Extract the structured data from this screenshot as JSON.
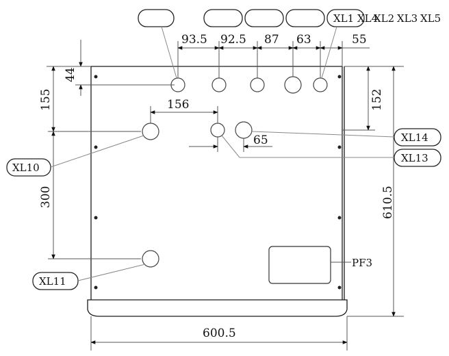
{
  "labels": {
    "xl1": "XL1",
    "xl2": "XL2",
    "xl3": "XL3",
    "xl4": "XL4",
    "xl5": "XL5",
    "xl10": "XL10",
    "xl11": "XL11",
    "xl13": "XL13",
    "xl14": "XL14",
    "pf3": "PF3"
  },
  "dimensions": {
    "d93_5": "93.5",
    "d92_5": "92.5",
    "d87": "87",
    "d63": "63",
    "d55": "55",
    "d44": "44",
    "d155": "155",
    "d156": "156",
    "d152": "152",
    "d65": "65",
    "d300": "300",
    "d610_5": "610.5",
    "d600_5": "600.5"
  }
}
